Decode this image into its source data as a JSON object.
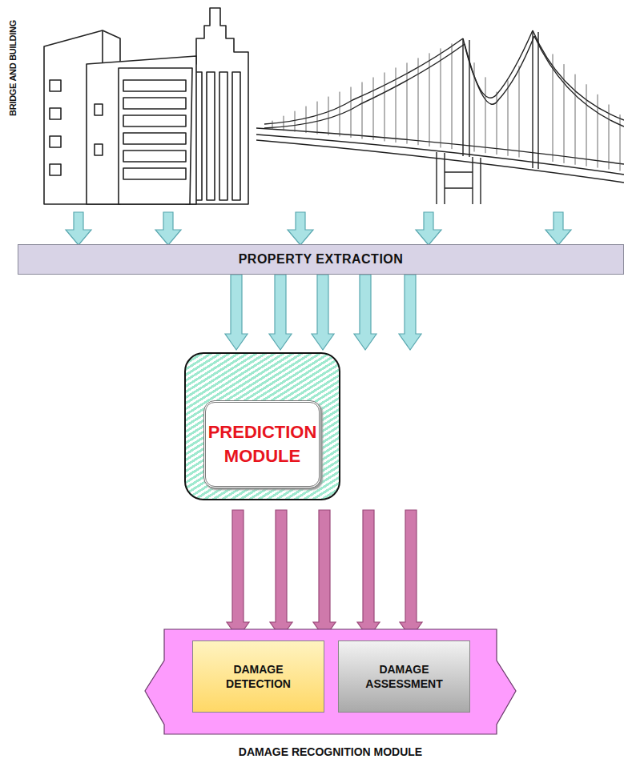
{
  "diagram": {
    "nodes": [
      {
        "text": [
          "PROPERTY EXTRACTION"
        ]
      },
      {
        "text": [
          "PREDICTION MODULE"
        ]
      },
      {
        "text": [
          "DAMAGE RECOGNITION MODULE"
        ]
      },
      {
        "text": [
          "DAMAGE DETECTION"
        ],
        "in": 2
      },
      {
        "text": [
          "DAMAGE ASSESSMENT"
        ],
        "in": 2
      }
    ],
    "edges": [
      {
        "from": 0,
        "to": 1,
        "arrow": "to"
      },
      {
        "from": 1,
        "to": 2,
        "arrow": "to"
      }
    ],
    "labels": [
      "BRIDGE AND BUILDING"
    ]
  }
}
